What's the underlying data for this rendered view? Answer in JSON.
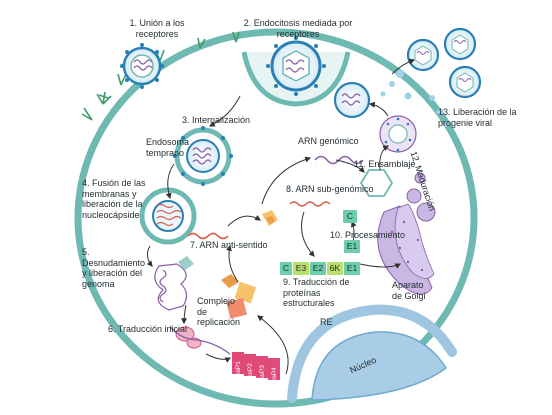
{
  "steps": {
    "s1": "1. Unión a los receptores",
    "s2": "2. Endocitosis mediada por receptores",
    "s3": "3. Internalización",
    "s4": "4. Fusión de las membranas y liberación de la nucleocápside",
    "s5": "5. Desnudamiento y liberación del genoma",
    "s6": "6. Traducción inicial",
    "s7": "7. ARN anti-sentido",
    "s8": "8. ARN sub-genómico",
    "s9": "9. Traducción de proteínas estructurales",
    "s10": "10. Procesamiento",
    "s11": "11. Ensamblaje",
    "s12": "12. Maduración",
    "s13": "13. Liberación de la progenie viral"
  },
  "labels": {
    "endosoma": "Endosoma temprano",
    "arn_genomico": "ARN genómico",
    "complejo": "Complejo de replicación",
    "aparato": "Aparato de Golgi",
    "re": "RE",
    "nucleo": "Núcleo"
  },
  "proteins": {
    "structural": [
      "C",
      "E3",
      "E2",
      "6K",
      "E1"
    ],
    "processed_top": "C",
    "processed_bottom": "E1",
    "nsp": [
      "nsP1",
      "nsP2",
      "nsP3",
      "nsP4"
    ]
  },
  "colors": {
    "cell_border": "#6fb9b3",
    "virus_blue": "#2a7fb5",
    "rna_purple": "#8a5fa8",
    "rna_red": "#d9604f",
    "golgi": "#c9b8e3",
    "nucleus": "#a9cde6",
    "pill_green": "#6ccfa8",
    "pill_lime": "#b8e06a",
    "nsp_pink": "#e04a78"
  }
}
